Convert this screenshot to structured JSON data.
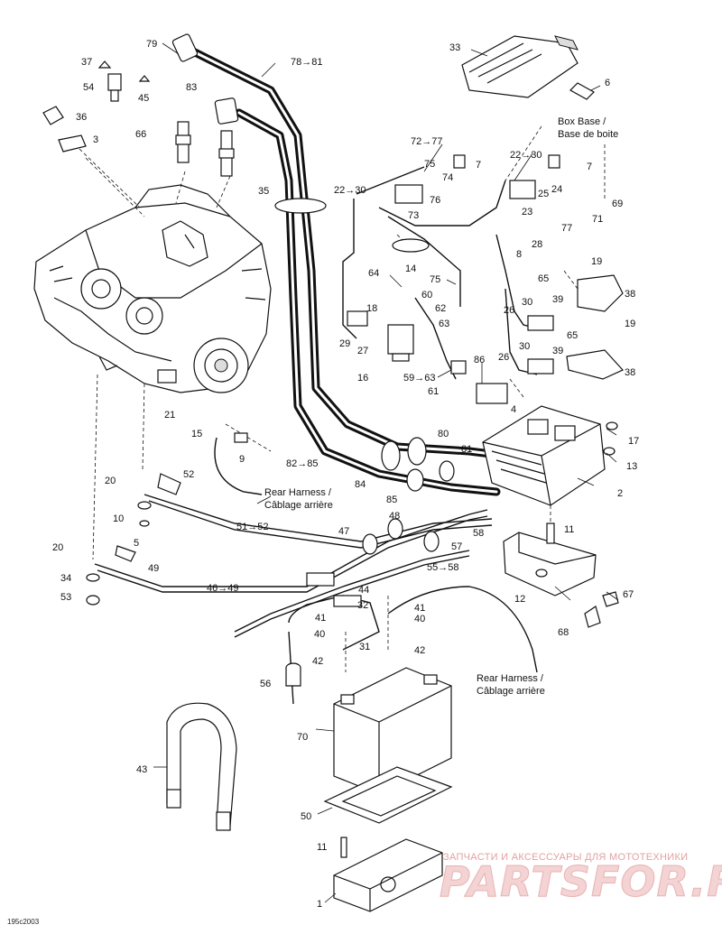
{
  "callouts": {
    "c79": "79",
    "c78_81": "78→81",
    "c37": "37",
    "c54": "54",
    "c45": "45",
    "c36": "36",
    "c3": "3",
    "c83": "83",
    "c66": "66",
    "c35": "35",
    "c33": "33",
    "c6": "6",
    "c72_77": "72→77",
    "c75a": "75",
    "c7a": "7",
    "c74": "74",
    "c76": "76",
    "c73": "73",
    "c22_30a": "22→30",
    "c22_30b": "22→30",
    "c7b": "7",
    "c25": "25",
    "c24": "24",
    "c69": "69",
    "c71": "71",
    "c23": "23",
    "c77": "77",
    "c28": "28",
    "c8": "8",
    "c14": "14",
    "c64": "64",
    "c75b": "75",
    "c60": "60",
    "c18": "18",
    "c62": "62",
    "c63": "63",
    "c29": "29",
    "c27": "27",
    "c16": "16",
    "c59_63": "59→63",
    "c61": "61",
    "c86": "86",
    "c4": "4",
    "c19a": "19",
    "c65a": "65",
    "c30a": "30",
    "c39a": "39",
    "c38a": "38",
    "c26a": "26",
    "c19b": "19",
    "c30b": "30",
    "c65b": "65",
    "c39b": "39",
    "c26b": "26",
    "c38b": "38",
    "c21": "21",
    "c15": "15",
    "c9": "9",
    "c80": "80",
    "c81": "81",
    "c82_85": "82→85",
    "c84": "84",
    "c85": "85",
    "c17": "17",
    "c13": "13",
    "c2": "2",
    "c52": "52",
    "c20a": "20",
    "c10": "10",
    "c5": "5",
    "c51_52": "51→52",
    "c11a": "11",
    "c48": "48",
    "c47": "47",
    "c58": "58",
    "c57": "57",
    "c20b": "20",
    "c49": "49",
    "c55_58": "55→58",
    "c34": "34",
    "c53": "53",
    "c46_49": "46→49",
    "c44": "44",
    "c32": "32",
    "c12": "12",
    "c67": "67",
    "c41a": "41",
    "c41b": "41",
    "c40a": "40",
    "c40b": "40",
    "c68": "68",
    "c31": "31",
    "c42a": "42",
    "c42b": "42",
    "c56": "56",
    "c70": "70",
    "c43": "43",
    "c50": "50",
    "c11b": "11",
    "c1": "1"
  },
  "notes": {
    "box_base_en": "Box Base /",
    "box_base_fr": "Base de boite",
    "rear_harness_en_a": "Rear Harness /",
    "rear_harness_fr_a": "Câblage arrière",
    "rear_harness_en_b": "Rear Harness /",
    "rear_harness_fr_b": "Câblage arrière"
  },
  "figure_code": "195c2003",
  "watermark": {
    "tagline": "ЗАПЧАСТИ И АКСЕССУАРЫ ДЛЯ МОТОТЕХНИКИ",
    "brand_text": "PARTSFOR.RU"
  }
}
